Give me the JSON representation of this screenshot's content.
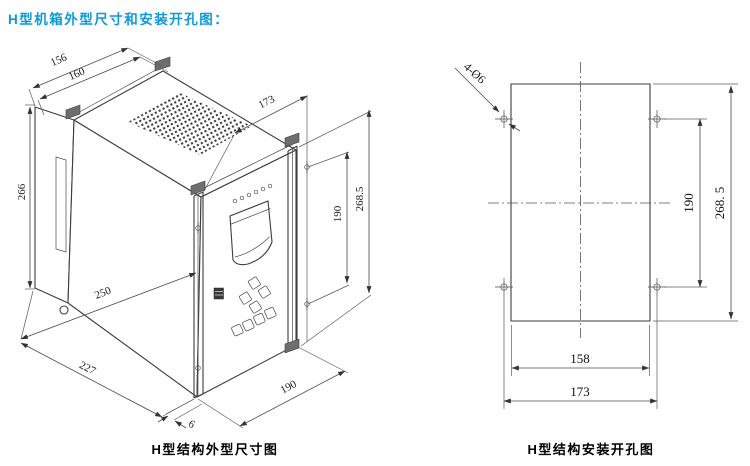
{
  "title": {
    "text": "H型机箱外型尺寸和安装开孔图：",
    "color": "#0d9ad8"
  },
  "line_color": "#3c3c3c",
  "left_figure": {
    "caption": "H型结构外型尺寸图",
    "dims": {
      "top_width_outer": "156",
      "top_width_inner": "160",
      "top_front_width": "173",
      "rear_height": "266",
      "panel_height": "268.5",
      "panel_hole_span": "190",
      "depth": "250",
      "base_depth": "227",
      "bottom_front_width": "190",
      "rail_thickness": "6"
    }
  },
  "right_figure": {
    "caption": "H型结构安装开孔图",
    "hole_callout": "4-Ø6",
    "dims": {
      "hole_vertical_span": "190",
      "opening_height": "268. 5",
      "opening_width": "158",
      "hole_horizontal_span": "173"
    }
  }
}
